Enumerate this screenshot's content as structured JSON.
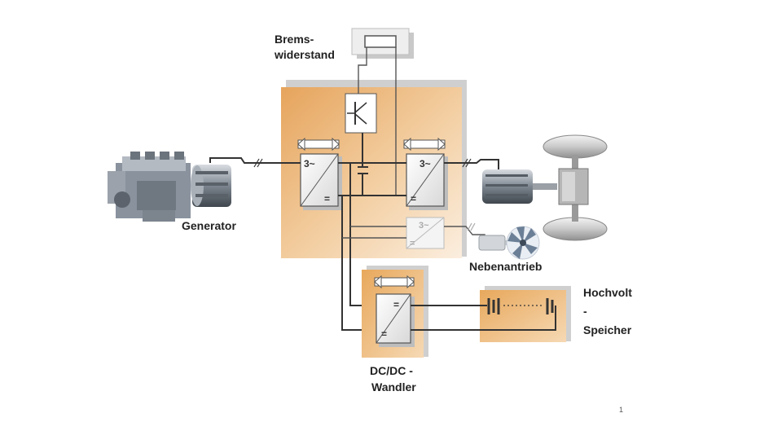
{
  "labels": {
    "brake_resistor_line1": "Brems-",
    "brake_resistor_line2": "widerstand",
    "generator": "Generator",
    "auxiliary_drive": "Nebenantrieb",
    "battery_line1": "Hochvolt",
    "battery_line2": "-",
    "battery_line3": "Speicher",
    "dcdc_line1": "DC/DC -",
    "dcdc_line2": "Wandler",
    "page_marker": "1"
  },
  "converters": {
    "ac_symbol": "3~",
    "dc_symbol": "="
  },
  "colors": {
    "converter_box": "#e9b06e",
    "converter_box_light": "#fbeedf",
    "shadow": "#c9c9c9",
    "wire": "#333333",
    "module": "#f2f2f2"
  },
  "icons": {
    "engine": "engine-icon",
    "generator_motor": "generator-motor-icon",
    "traction_motor": "traction-motor-icon",
    "axle": "axle-wheels-icon",
    "fan": "fan-icon",
    "aux_motor": "aux-motor-icon",
    "battery": "battery-icon",
    "transistor": "transistor-switch-icon",
    "capacitor": "capacitor-icon",
    "resistor": "resistor-icon"
  }
}
